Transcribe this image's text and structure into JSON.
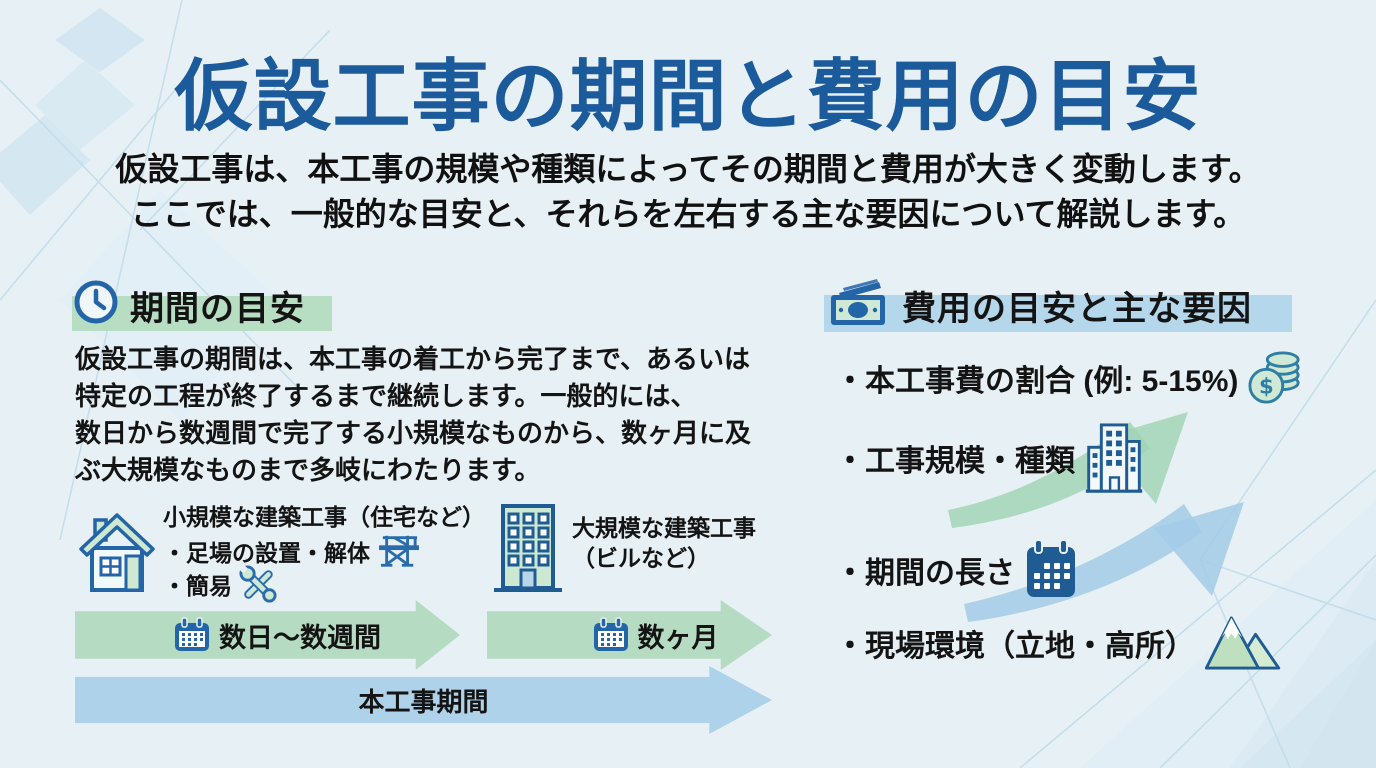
{
  "page": {
    "title": "仮設工事の期間と費用の目安",
    "subtitle_line1": "仮設工事は、本工事の規模や種類によってその期間と費用が大きく変動します。",
    "subtitle_line2": "ここでは、一般的な目安と、それらを左右する主な要因について解説します。"
  },
  "duration_section": {
    "heading": "期間の目安",
    "heading_icon": "clock-icon",
    "paragraph_lines": [
      "仮設工事の期間は、本工事の着工から完了まで、あるいは",
      "特定の工程が終了するまで継続します。一般的には、",
      "数日から数週間で完了する小規模なものから、数ヶ月に及",
      "ぶ大規模なものまで多岐にわたります。"
    ],
    "small_scale": {
      "icon": "house-icon",
      "title": "小規模な建築工事（住宅など）",
      "item1": "・足場の設置・解体",
      "item1_icon": "scaffold-icon",
      "item2": "・簡易",
      "item2_icon": "tools-icon"
    },
    "large_scale": {
      "icon": "building-icon",
      "line1": "大規模な建築工事",
      "line2": "（ビルなど）"
    },
    "timeline": {
      "arrow1_label": "数日〜数週間",
      "arrow1_icon": "calendar-icon",
      "arrow2_label": "数ヶ月",
      "arrow2_icon": "calendar-icon",
      "main_arrow_label": "本工事期間"
    }
  },
  "cost_section": {
    "heading": "費用の目安と主な要因",
    "heading_icon": "money-icon",
    "bullets": [
      {
        "text": "・本工事費の割合 (例: 5-15%)",
        "icon": "coins-icon"
      },
      {
        "text": "・工事規模・種類",
        "icon": "buildings-icon"
      },
      {
        "text": "・期間の長さ",
        "icon": "calendar-icon"
      },
      {
        "text": "・現場環境（立地・高所）",
        "icon": "mountains-icon"
      }
    ]
  },
  "colors": {
    "title_blue": "#1b5a9b",
    "text_black": "#141414",
    "green_highlight": "#b7ddc3",
    "blue_highlight": "#b4d7ec",
    "green_arrow": "#b5dcc2",
    "blue_arrow": "#aed2e9",
    "swoosh_green": "#9fd3b4",
    "swoosh_blue": "#a3cbe8",
    "icon_blue": "#2465a8",
    "icon_dark_blue": "#1f5c94",
    "icon_light_green": "#cde9d4",
    "background": "#e7f1f5"
  }
}
